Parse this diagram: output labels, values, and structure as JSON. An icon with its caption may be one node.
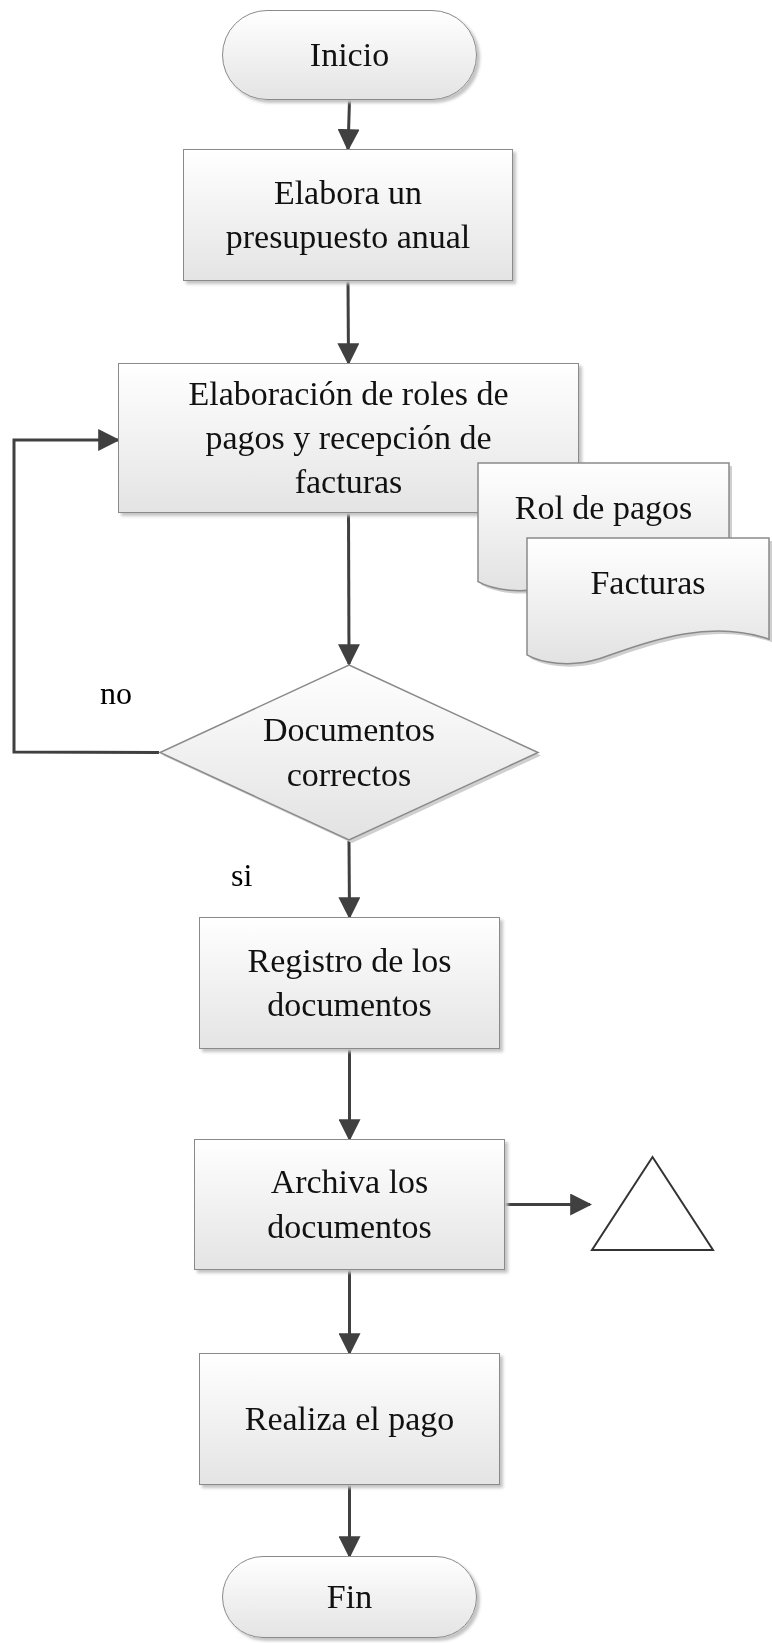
{
  "diagram": {
    "nodes": [
      {
        "text": [
          "Inicio"
        ]
      },
      {
        "text": [
          "Elabora un presupuesto anual"
        ]
      },
      {
        "text": [
          "Elaboración de roles de pagos y recepción de facturas"
        ]
      },
      {
        "text": [
          "Rol de pagos"
        ]
      },
      {
        "text": [
          "Facturas"
        ]
      },
      {
        "text": [
          "Documentos correctos"
        ]
      },
      {
        "text": [
          "Registro de los documentos"
        ]
      },
      {
        "text": [
          "Archiva los documentos"
        ]
      },
      {
        "text": [],
        "shape": "triangle"
      },
      {
        "text": [
          "Realiza el pago"
        ]
      },
      {
        "text": [
          "Fin"
        ]
      }
    ],
    "edges": [
      {
        "from": 0,
        "to": 1,
        "arrow": "to"
      },
      {
        "from": 1,
        "to": 2,
        "arrow": "to"
      },
      {
        "from": 2,
        "to": 5,
        "arrow": "to"
      },
      {
        "from": 5,
        "to": 2,
        "arrow": "to",
        "label": "no"
      },
      {
        "from": 5,
        "to": 6,
        "arrow": "to",
        "label": "si"
      },
      {
        "from": 6,
        "to": 7,
        "arrow": "to"
      },
      {
        "from": 7,
        "to": 8,
        "arrow": "to"
      },
      {
        "from": 7,
        "to": 9,
        "arrow": "to"
      },
      {
        "from": 9,
        "to": 10,
        "arrow": "to"
      }
    ]
  }
}
